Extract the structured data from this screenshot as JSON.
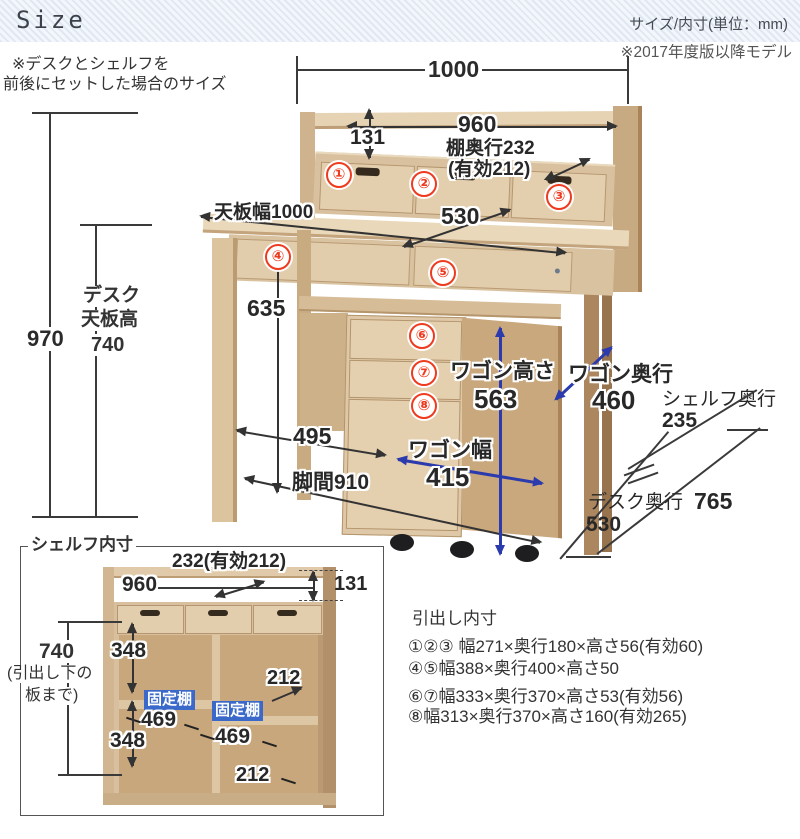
{
  "header": {
    "title": "Size",
    "unit_note": "サイズ/内寸(単位：mm)"
  },
  "notes": {
    "model_note": "※2017年度版以降モデル",
    "combo_note_line1": "※デスクとシェルフを",
    "combo_note_line2": "前後にセットした場合のサイズ"
  },
  "colors": {
    "accent_red": "#ee3b20",
    "arrow_blue": "#2b3aad",
    "chip_blue": "#3b69c9",
    "header_stripe": "#dfe8f2"
  },
  "main_diagram": {
    "markers": [
      "①",
      "②",
      "③",
      "④",
      "⑤",
      "⑥",
      "⑦",
      "⑧"
    ],
    "dims": {
      "overall_width": "1000",
      "shelf_inner_width": "960",
      "shelf_upper_inner_height": "131",
      "shelf_depth_line1": "棚奥行232",
      "shelf_depth_line2": "(有効212)",
      "desk_top_width": "天板幅1000",
      "desk_top_depth": "530",
      "overall_height": "970",
      "desk_height_label_line1": "デスク",
      "desk_height_label_line2": "天板高",
      "desk_height_value": "740",
      "under_desk_clearance": "635",
      "knee_space_width": "495",
      "leg_span": "脚間910",
      "wagon_height_label": "ワゴン高さ",
      "wagon_height_value": "563",
      "wagon_width_label": "ワゴン幅",
      "wagon_width_value": "415",
      "wagon_depth_label": "ワゴン奥行",
      "wagon_depth_value": "460",
      "shelf_depth_label": "シェルフ奥行",
      "shelf_depth_value": "235",
      "combined_depth": "765",
      "desk_depth_label": "デスク奥行",
      "desk_depth_value": "530"
    }
  },
  "shelf_inner": {
    "title": "シェルフ内寸",
    "dims": {
      "top_depth": "232(有効212)",
      "inner_width": "960",
      "top_inner_height": "131",
      "height_value": "740",
      "height_note_line1": "(引出し下の",
      "height_note_line2": "板まで)",
      "upper_section_height": "348",
      "lower_section_height": "348",
      "fixed_shelf_label": "固定棚",
      "left_inner_width": "469",
      "right_inner_width": "469",
      "upper_shelf_depth": "212",
      "lower_shelf_depth": "212"
    }
  },
  "drawer_inner": {
    "title": "引出し内寸",
    "rows": [
      "①②③ 幅271×奥行180×高さ56(有効60)",
      "④⑤幅388×奥行400×高さ50",
      "⑥⑦幅333×奥行370×高さ53(有効56)",
      "⑧幅313×奥行370×高さ160(有効265)"
    ]
  }
}
